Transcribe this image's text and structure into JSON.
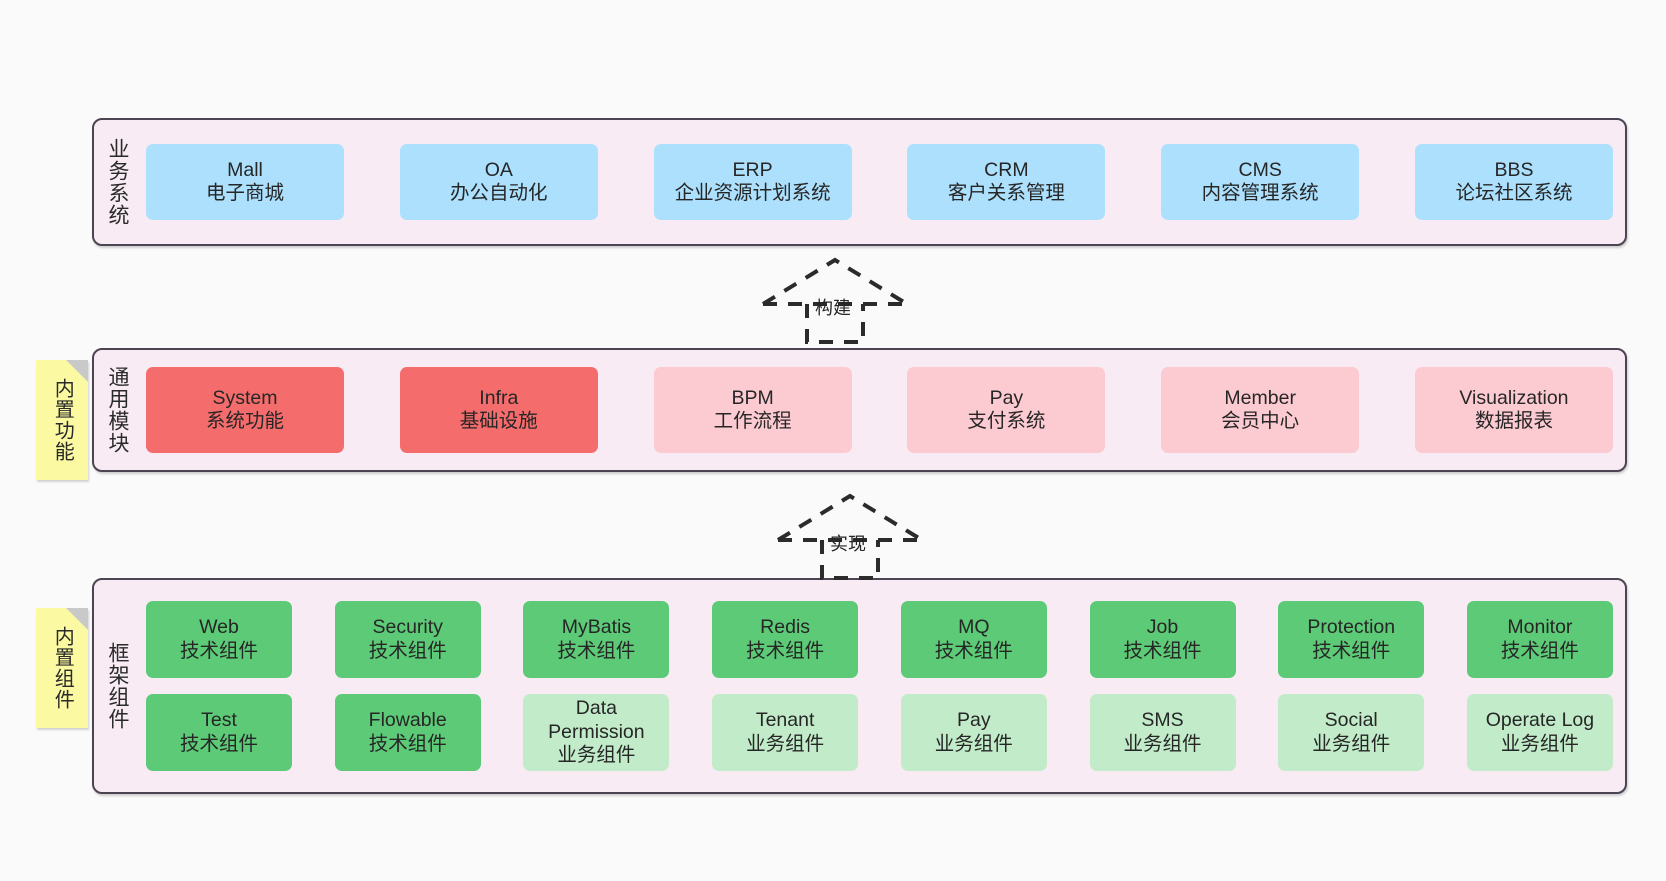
{
  "diagram": {
    "background_color": "#fafafa",
    "panel_background": "#f8ebf4",
    "panel_border": "#4c4452",
    "colors": {
      "business_box": "#ace0fd",
      "module_primary": "#f56c6c",
      "module_secondary": "#fccbd1",
      "component_tech": "#5cca77",
      "component_biz": "#c2ecc9",
      "sticky_note": "#fbfaa2",
      "sticky_fold": "#c9c9c9"
    }
  },
  "layers": {
    "business": {
      "title": "业务系统",
      "items": [
        {
          "name": "Mall",
          "desc": "电子商城"
        },
        {
          "name": "OA",
          "desc": "办公自动化"
        },
        {
          "name": "ERP",
          "desc": "企业资源计划系统"
        },
        {
          "name": "CRM",
          "desc": "客户关系管理"
        },
        {
          "name": "CMS",
          "desc": "内容管理系统"
        },
        {
          "name": "BBS",
          "desc": "论坛社区系统"
        }
      ]
    },
    "modules": {
      "title": "通用模块",
      "sticky": "内置功能",
      "items": [
        {
          "name": "System",
          "desc": "系统功能",
          "style": "primary"
        },
        {
          "name": "Infra",
          "desc": "基础设施",
          "style": "primary"
        },
        {
          "name": "BPM",
          "desc": "工作流程",
          "style": "secondary"
        },
        {
          "name": "Pay",
          "desc": "支付系统",
          "style": "secondary"
        },
        {
          "name": "Member",
          "desc": "会员中心",
          "style": "secondary"
        },
        {
          "name": "Visualization",
          "desc": "数据报表",
          "style": "secondary"
        }
      ]
    },
    "framework": {
      "title": "框架组件",
      "sticky": "内置组件",
      "row1": [
        {
          "name": "Web",
          "desc": "技术组件"
        },
        {
          "name": "Security",
          "desc": "技术组件"
        },
        {
          "name": "MyBatis",
          "desc": "技术组件"
        },
        {
          "name": "Redis",
          "desc": "技术组件"
        },
        {
          "name": "MQ",
          "desc": "技术组件"
        },
        {
          "name": "Job",
          "desc": "技术组件"
        },
        {
          "name": "Protection",
          "desc": "技术组件"
        },
        {
          "name": "Monitor",
          "desc": "技术组件"
        }
      ],
      "row2": [
        {
          "name": "Test",
          "desc": "技术组件",
          "style": "tech"
        },
        {
          "name": "Flowable",
          "desc": "技术组件",
          "style": "tech"
        },
        {
          "name": "Data Permission",
          "desc": "业务组件",
          "style": "biz"
        },
        {
          "name": "Tenant",
          "desc": "业务组件",
          "style": "biz"
        },
        {
          "name": "Pay",
          "desc": "业务组件",
          "style": "biz"
        },
        {
          "name": "SMS",
          "desc": "业务组件",
          "style": "biz"
        },
        {
          "name": "Social",
          "desc": "业务组件",
          "style": "biz"
        },
        {
          "name": "Operate Log",
          "desc": "业务组件",
          "style": "biz"
        }
      ]
    }
  },
  "connectors": [
    {
      "label": "构建",
      "from": "modules",
      "to": "business"
    },
    {
      "label": "实现",
      "from": "framework",
      "to": "modules"
    }
  ]
}
